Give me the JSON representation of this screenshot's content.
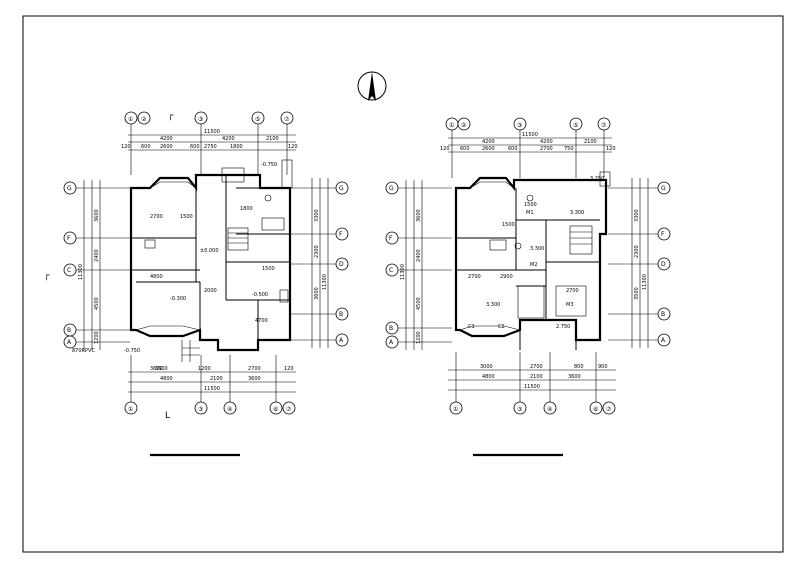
{
  "sheet": {
    "frame_color": "#000000",
    "background": "#ffffff"
  },
  "north_arrow": {
    "icon": "north-arrow-icon"
  },
  "section_marks": {
    "top": "┌",
    "left": "┌",
    "bottom": "L"
  },
  "plans": [
    {
      "id": "ground-floor",
      "top_axes": [
        "①",
        "②",
        "③",
        "⑤",
        "⑦"
      ],
      "bottom_axes": [
        "①",
        "③",
        "④",
        "⑥",
        "⑦"
      ],
      "left_axes": [
        "G",
        "F",
        "C",
        "B",
        "A"
      ],
      "right_axes": [
        "G",
        "F",
        "D",
        "B",
        "A"
      ],
      "top_overall": "11500",
      "top_sub": [
        "4200",
        "4200",
        "2100"
      ],
      "top_fine": [
        "120",
        "600",
        "2600",
        "600",
        "2750",
        "1800",
        "120"
      ],
      "bottom_overall": "11500",
      "bottom_sub": [
        "4800",
        "2100",
        "3600"
      ],
      "bottom_fine": [
        "3600",
        "1200",
        "2700",
        "120"
      ],
      "left_dims": [
        "3600",
        "2400",
        "4500",
        "11300",
        "1200"
      ],
      "right_dims": [
        "3300",
        "2300",
        "3600",
        "11300"
      ],
      "room_labels": [
        "2700",
        "1500",
        "1800",
        "4800",
        "1500",
        "3600"
      ],
      "elevations": [
        "±0.000",
        "-0.300",
        "-0.500",
        "-0.750",
        "-0.750"
      ],
      "extra_labels": [
        "4700",
        "2000",
        "870RPVC"
      ]
    },
    {
      "id": "upper-floor",
      "top_axes": [
        "①",
        "②",
        "③",
        "⑤",
        "⑦"
      ],
      "bottom_axes": [
        "①",
        "③",
        "④",
        "⑥",
        "⑦"
      ],
      "left_axes": [
        "G",
        "F",
        "C",
        "B",
        "A"
      ],
      "right_axes": [
        "G",
        "F",
        "D",
        "B",
        "A"
      ],
      "top_overall": "11500",
      "top_sub": [
        "4200",
        "4200",
        "2100"
      ],
      "top_fine": [
        "120",
        "600",
        "2600",
        "600",
        "2700",
        "750",
        "120"
      ],
      "bottom_overall": "11500",
      "bottom_sub": [
        "4800",
        "2100",
        "3600"
      ],
      "bottom_fine": [
        "3000",
        "2700",
        "800",
        "900"
      ],
      "left_dims": [
        "3600",
        "2400",
        "4500",
        "11300",
        "1200"
      ],
      "right_dims": [
        "3300",
        "2300",
        "3500",
        "11300"
      ],
      "room_labels": [
        "1500",
        "2700",
        "2900",
        "1500",
        "2700"
      ],
      "elevations": [
        "3.300",
        "3.300",
        "3.300",
        "3.250",
        "2.750"
      ],
      "extra_labels": [
        "M1",
        "M2",
        "M3",
        "C1",
        "C2"
      ]
    }
  ],
  "title_blanks": [
    "",
    ""
  ]
}
